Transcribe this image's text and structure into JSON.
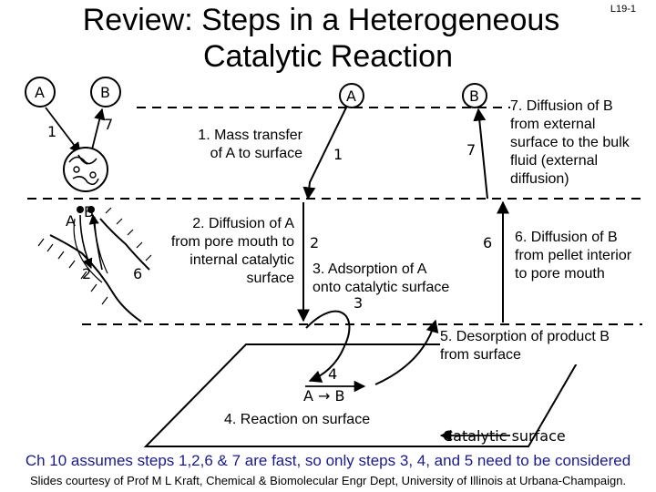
{
  "slide": {
    "title_line1": "Review: Steps in a Heterogeneous",
    "title_line2": "Catalytic Reaction",
    "slide_id": "L19-1"
  },
  "steps": {
    "s1": "1. Mass transfer\nof A to surface",
    "s2": "2. Diffusion of A\nfrom pore mouth to\ninternal catalytic\nsurface",
    "s3": "3. Adsorption of A\nonto catalytic surface",
    "s4": "4. Reaction on surface",
    "s5": "5. Desorption of product B\nfrom surface",
    "s6": "6. Diffusion of B\nfrom pellet interior\nto pore mouth",
    "s7": "7. Diffusion of B\nfrom external\nsurface to the bulk\nfluid (external\ndiffusion)"
  },
  "figure": {
    "species_a": "A",
    "species_b": "B",
    "num1": "1",
    "num2": "2",
    "num3": "3",
    "num4": "4",
    "num6": "6",
    "num7": "7",
    "reaction": "A → B",
    "surface_label": "Catalytic surface"
  },
  "footer": {
    "note": "Ch 10 assumes steps 1,2,6 & 7 are fast, so only steps 3, 4, and 5 need to be considered",
    "credit": "Slides courtesy of Prof M L Kraft, Chemical & Biomolecular Engr Dept, University of Illinois at Urbana-Champaign."
  }
}
